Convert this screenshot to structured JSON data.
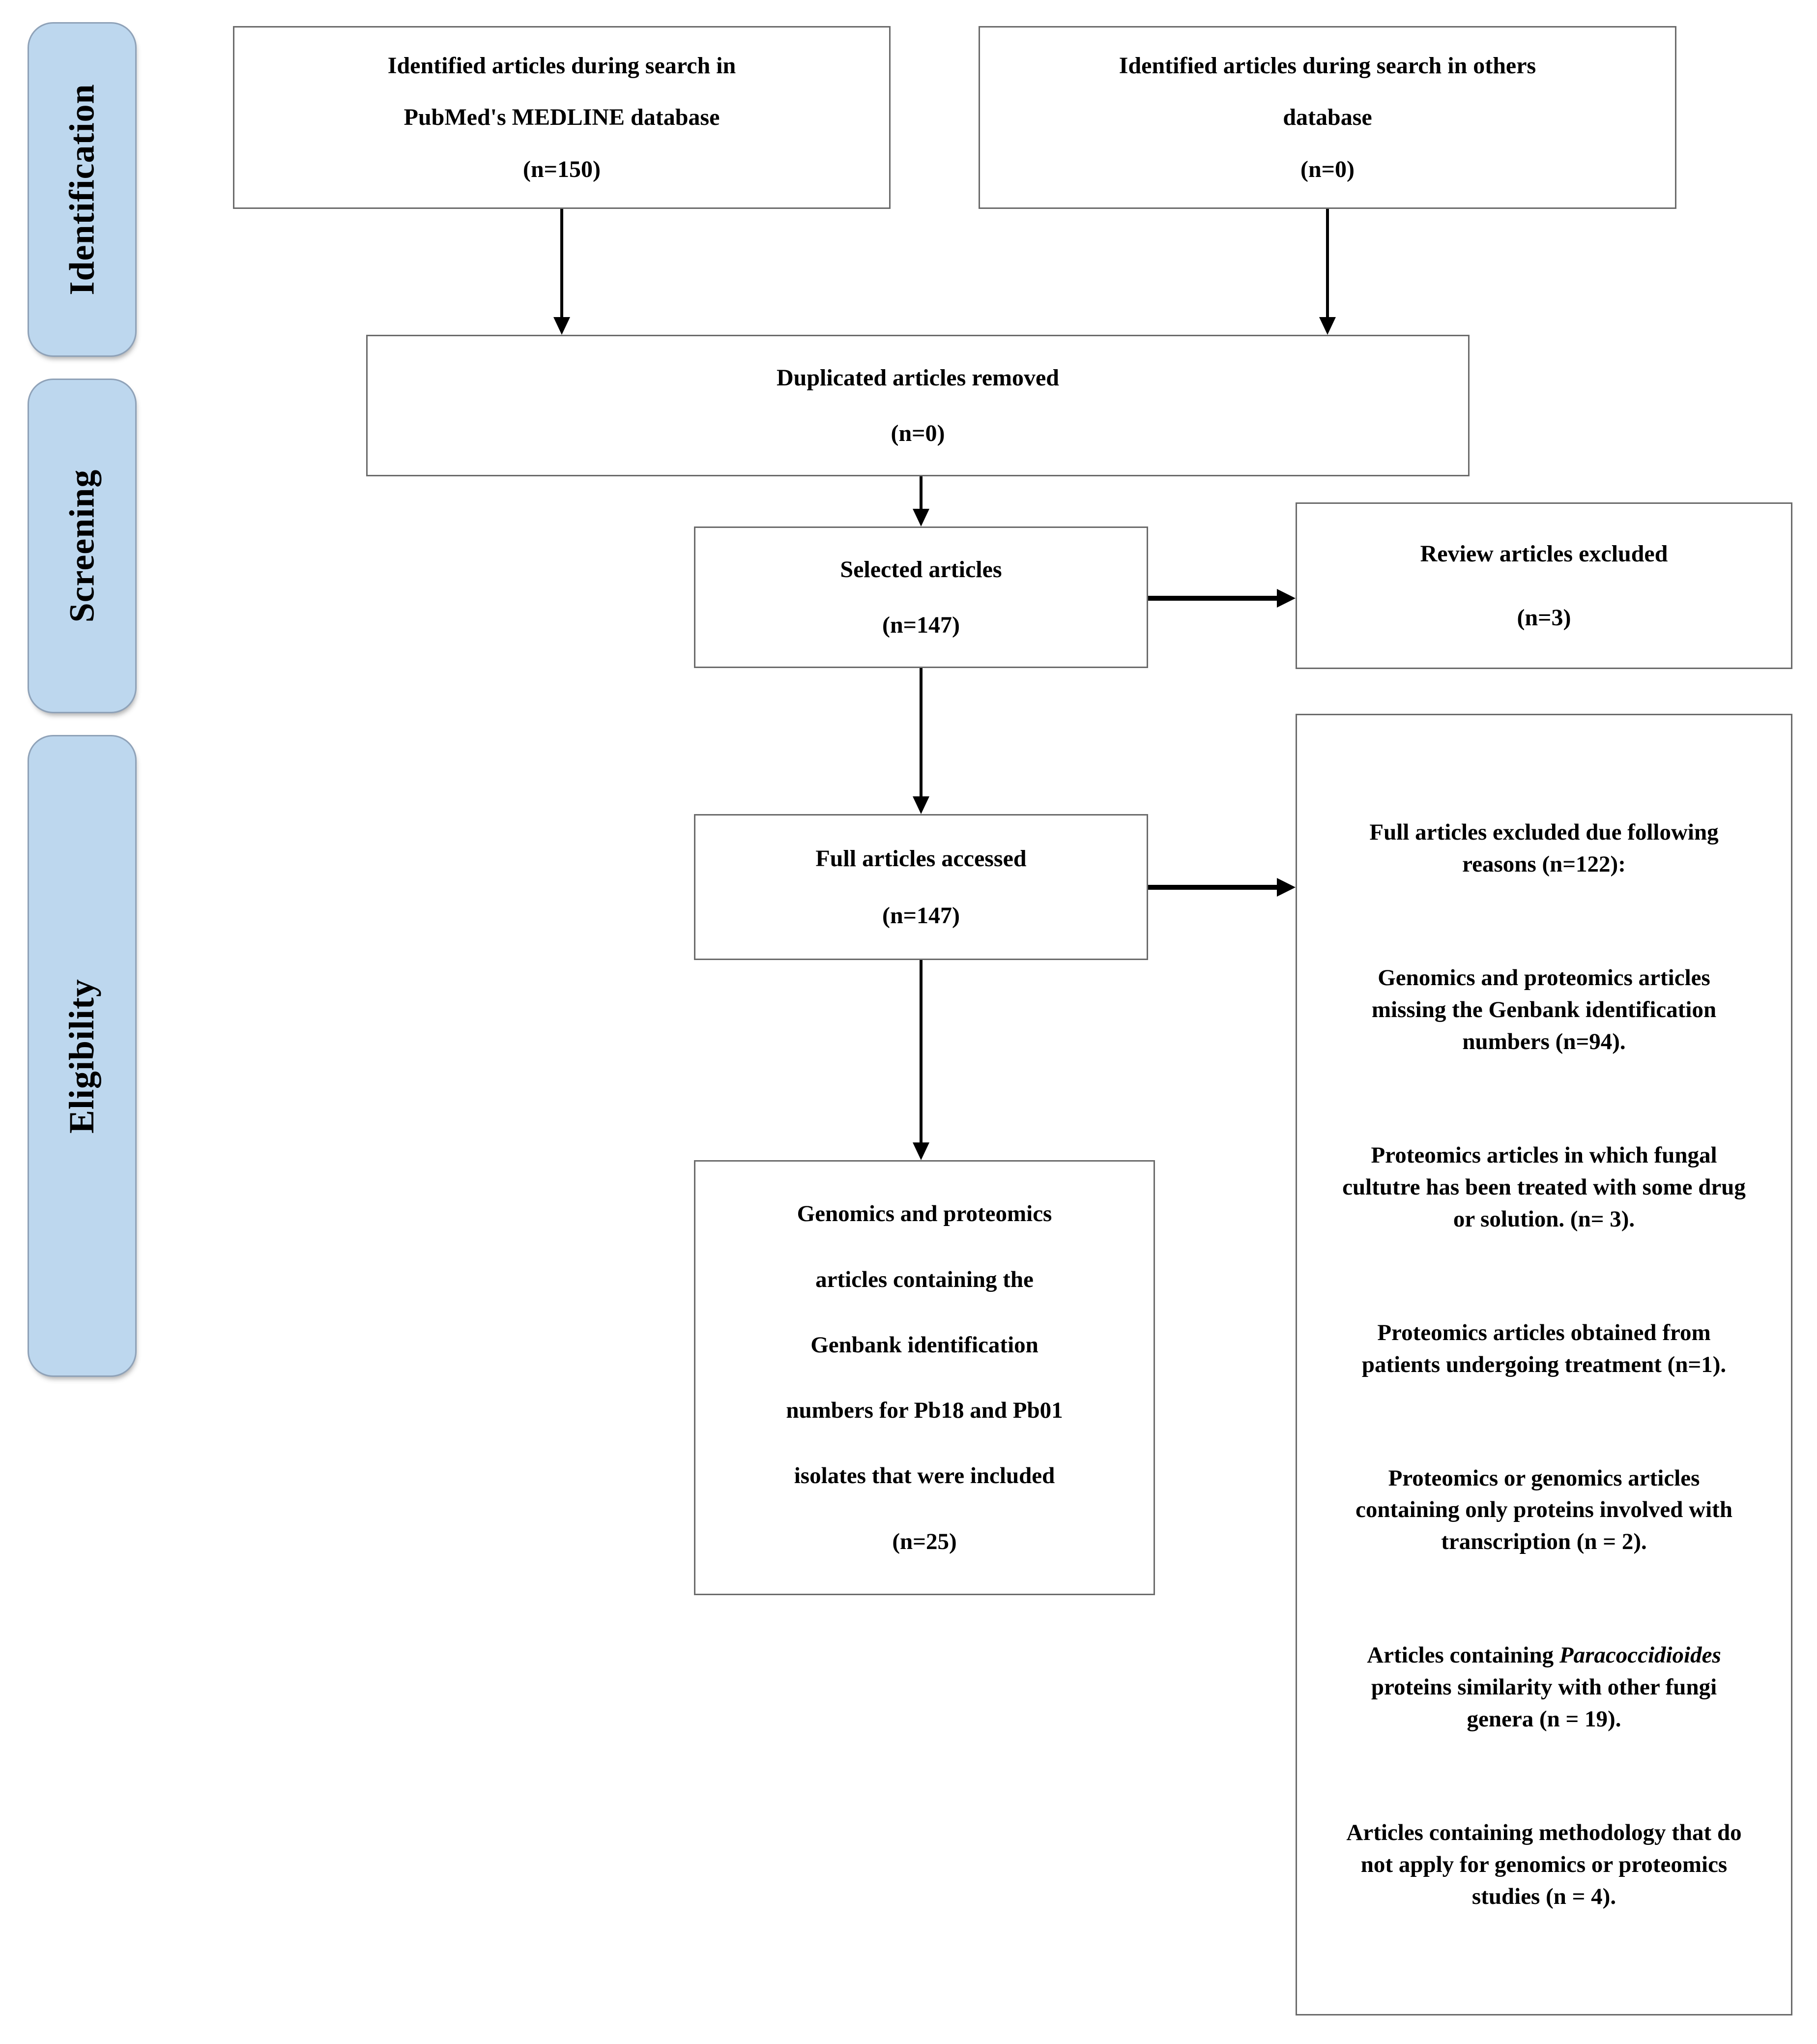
{
  "diagram": {
    "title": "PRISMA-style article selection flow diagram",
    "colors": {
      "stage_fill": "#bdd7ee",
      "stage_border": "#8fa2b8",
      "box_border": "#6b6b6b",
      "arrow": "#000000",
      "text": "#000000"
    },
    "stages": [
      {
        "label": "Identification"
      },
      {
        "label": "Screening"
      },
      {
        "label": "Eligibility"
      }
    ],
    "boxes": {
      "pubmed": {
        "lines": [
          "Identified articles during search in",
          "PubMed's MEDLINE database",
          "(n=150)"
        ]
      },
      "others": {
        "lines": [
          "Identified articles during search in others",
          "database",
          "(n=0)"
        ]
      },
      "duplicates": {
        "lines": [
          "Duplicated articles removed",
          "(n=0)"
        ]
      },
      "selected": {
        "lines": [
          "Selected articles",
          "(n=147)"
        ]
      },
      "review_excluded": {
        "lines": [
          "Review articles excluded",
          "(n=3)"
        ]
      },
      "full_accessed": {
        "lines": [
          "Full articles accessed",
          "(n=147)"
        ]
      },
      "included": {
        "lines": [
          "Genomics and proteomics",
          "articles containing the",
          "Genbank identification",
          "numbers for Pb18 and Pb01",
          "isolates that were included",
          "(n=25)"
        ]
      },
      "excluded": {
        "heading": "Full articles excluded due following  reasons (n=122):",
        "reason_genbank": "Genomics and proteomics articles missing the Genbank identification numbers (n=94).",
        "reason_culture": "Proteomics articles in which fungal cultutre has been treated with some drug or solution. (n= 3).",
        "reason_patients": "Proteomics articles obtained from patients undergoing treatment (n=1).",
        "reason_transcription": "Proteomics or genomics articles containing only proteins involved with transcription (n = 2).",
        "reason_similarity_pre": "Articles containing ",
        "reason_similarity_italic": "Paracoccidioides",
        "reason_similarity_post": " proteins similarity with other fungi genera (n = 19).",
        "reason_methodology": "Articles containing methodology  that do not apply for genomics or proteomics studies (n = 4)."
      }
    }
  }
}
